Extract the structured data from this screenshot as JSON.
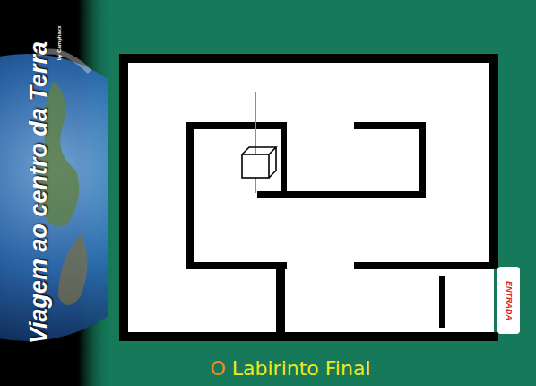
{
  "diagram": {
    "title": "Viagem ao centro da Terra",
    "caption": "O Labirinto Final",
    "labels": [
      "by Camphaxx",
      "ENTRADA"
    ]
  }
}
